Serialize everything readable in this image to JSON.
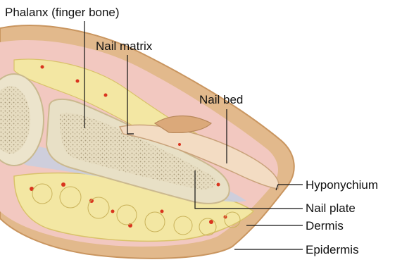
{
  "labels": {
    "phalanx": "Phalanx (finger bone)",
    "nail_matrix": "Nail matrix",
    "nail_bed": "Nail bed",
    "hyponychium": "Hyponychium",
    "nail_plate": "Nail plate",
    "dermis": "Dermis",
    "epidermis": "Epidermis"
  },
  "colors": {
    "skin": "#e2b98c",
    "skin_dark": "#c9955f",
    "dermis": "#f2c8c0",
    "fat": "#f3e7a3",
    "fat_dark": "#d9c26a",
    "blood": "#d9341e",
    "bone": "#e8e0c6",
    "bone_spongy": "#c7b999",
    "ligament": "#c8cfe0",
    "nail": "#f3dcc3",
    "leader": "#111111"
  }
}
